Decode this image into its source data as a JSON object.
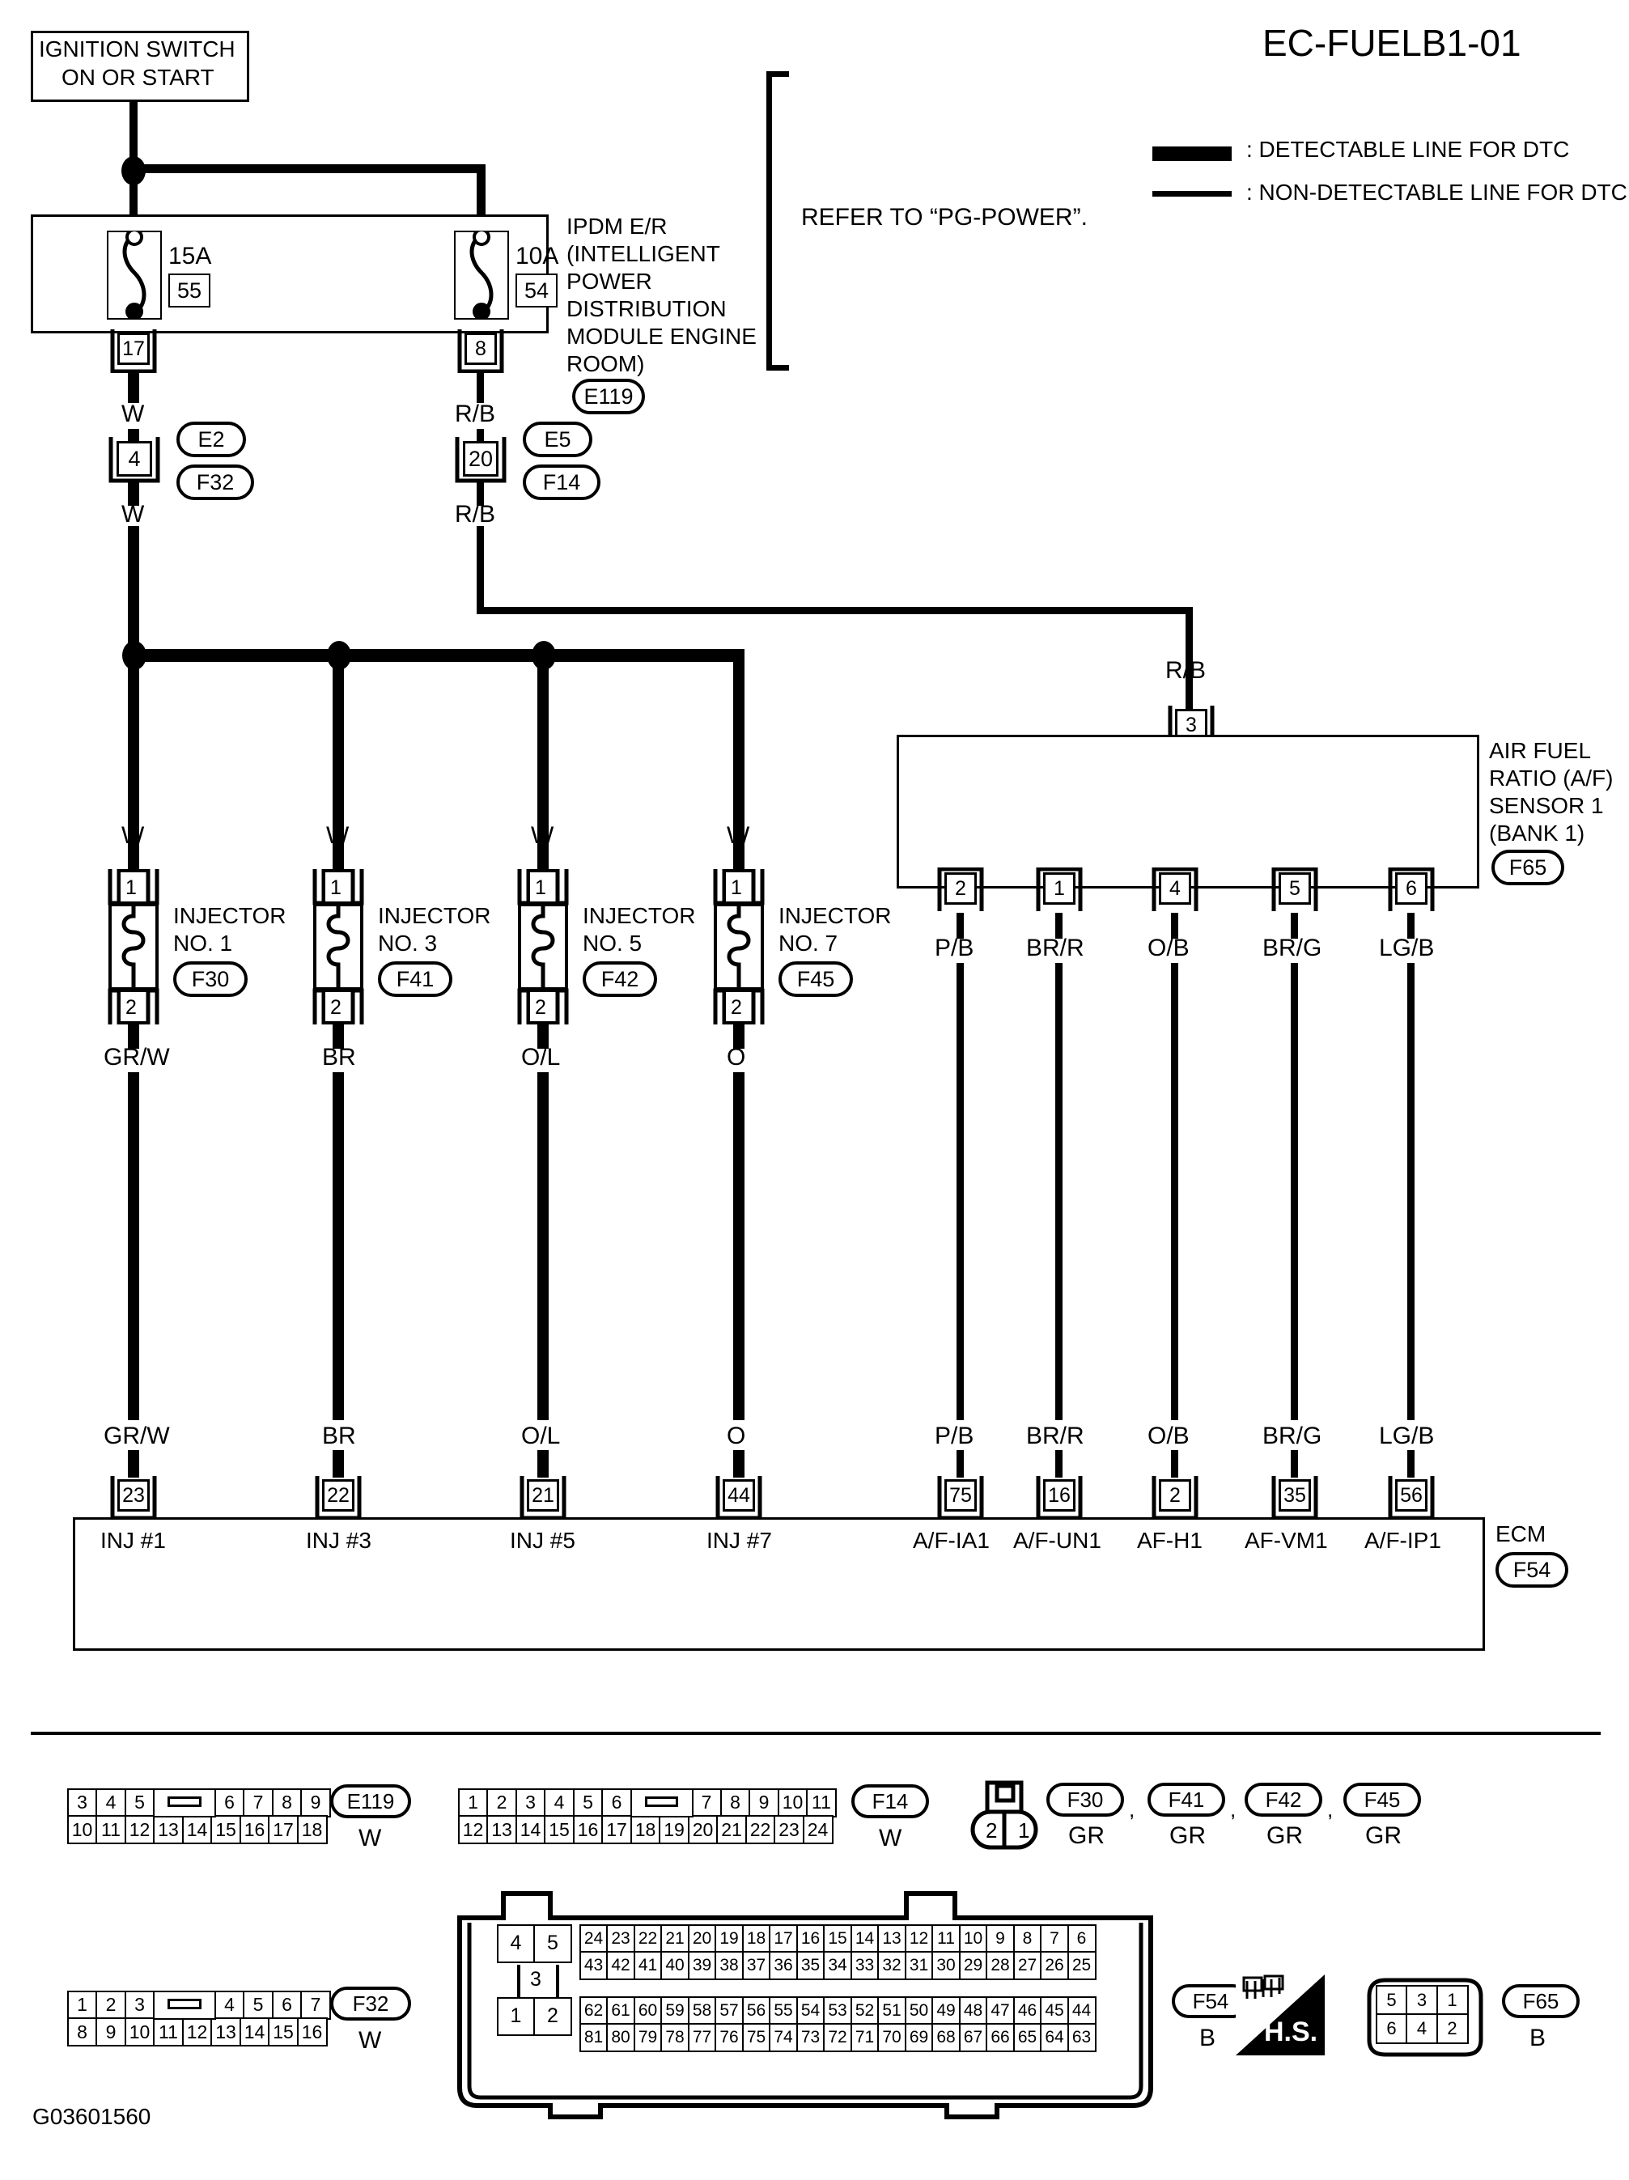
{
  "title": "EC-FUELB1-01",
  "figure_code": "G03601560",
  "legend": [
    {
      "style": "thick",
      "label": ": DETECTABLE LINE FOR DTC"
    },
    {
      "style": "thin",
      "label": ": NON-DETECTABLE LINE FOR DTC"
    }
  ],
  "refer_note": "REFER TO “PG-POWER”.",
  "ignition_switch": {
    "line1": "IGNITION SWITCH",
    "line2": "ON OR START"
  },
  "ipdm": {
    "label_lines": [
      "IPDM E/R",
      "(INTELLIGENT",
      "POWER",
      "DISTRIBUTION",
      "MODULE ENGINE",
      "ROOM)"
    ],
    "connector_id": "E119",
    "fuses": [
      {
        "rating": "15A",
        "number": "55",
        "out_terminal": "17",
        "wire": "W"
      },
      {
        "rating": "10A",
        "number": "54",
        "out_terminal": "8",
        "wire": "R/B"
      }
    ]
  },
  "inline_connectors": [
    {
      "terminal": "4",
      "upper_id": "E2",
      "lower_id": "F32",
      "wire_above": "W",
      "wire_below": "W"
    },
    {
      "terminal": "20",
      "upper_id": "E5",
      "lower_id": "F14",
      "wire_above": "R/B",
      "wire_below": "R/B"
    }
  ],
  "injectors": [
    {
      "name_line1": "INJECTOR",
      "name_line2": "NO. 1",
      "id": "F30",
      "pin_top": "1",
      "pin_bottom": "2",
      "wire_top": "W",
      "wire_bottom": "GR/W"
    },
    {
      "name_line1": "INJECTOR",
      "name_line2": "NO. 3",
      "id": "F41",
      "pin_top": "1",
      "pin_bottom": "2",
      "wire_top": "W",
      "wire_bottom": "BR"
    },
    {
      "name_line1": "INJECTOR",
      "name_line2": "NO. 5",
      "id": "F42",
      "pin_top": "1",
      "pin_bottom": "2",
      "wire_top": "W",
      "wire_bottom": "O/L"
    },
    {
      "name_line1": "INJECTOR",
      "name_line2": "NO. 7",
      "id": "F45",
      "pin_top": "1",
      "pin_bottom": "2",
      "wire_top": "W",
      "wire_bottom": "O"
    }
  ],
  "af_sensor": {
    "label_lines": [
      "AIR FUEL",
      "RATIO (A/F)",
      "SENSOR 1",
      "(BANK 1)"
    ],
    "connector_id": "F65",
    "top_pin": {
      "number": "3",
      "wire": "R/B"
    },
    "bottom_pins": [
      {
        "number": "2",
        "wire": "P/B"
      },
      {
        "number": "1",
        "wire": "BR/R"
      },
      {
        "number": "4",
        "wire": "O/B"
      },
      {
        "number": "5",
        "wire": "BR/G"
      },
      {
        "number": "6",
        "wire": "LG/B"
      }
    ]
  },
  "ecm": {
    "label": "ECM",
    "connector_id": "F54",
    "pins": [
      {
        "number": "23",
        "signal": "INJ #1",
        "wire": "GR/W"
      },
      {
        "number": "22",
        "signal": "INJ #3",
        "wire": "BR"
      },
      {
        "number": "21",
        "signal": "INJ #5",
        "wire": "O/L"
      },
      {
        "number": "44",
        "signal": "INJ #7",
        "wire": "O"
      },
      {
        "number": "75",
        "signal": "A/F-IA1",
        "wire": "P/B"
      },
      {
        "number": "16",
        "signal": "A/F-UN1",
        "wire": "BR/R"
      },
      {
        "number": "2",
        "signal": "AF-H1",
        "wire": "O/B"
      },
      {
        "number": "35",
        "signal": "AF-VM1",
        "wire": "BR/G"
      },
      {
        "number": "56",
        "signal": "A/F-IP1",
        "wire": "LG/B"
      }
    ]
  },
  "connector_views": {
    "e119": {
      "id": "E119",
      "color": "W",
      "row_top": [
        "3",
        "4",
        "5",
        "__BLANK__",
        "6",
        "7",
        "8",
        "9"
      ],
      "row_bottom": [
        "10",
        "11",
        "12",
        "13",
        "14",
        "15",
        "16",
        "17",
        "18"
      ]
    },
    "f14": {
      "id": "F14",
      "color": "W",
      "row_top": [
        "1",
        "2",
        "3",
        "4",
        "5",
        "6",
        "__BLANK__",
        "7",
        "8",
        "9",
        "10",
        "11"
      ],
      "row_bottom": [
        "12",
        "13",
        "14",
        "15",
        "16",
        "17",
        "18",
        "19",
        "20",
        "21",
        "22",
        "23",
        "24"
      ]
    },
    "f32": {
      "id": "F32",
      "color": "W",
      "row_top": [
        "1",
        "2",
        "3",
        "__BLANK__",
        "4",
        "5",
        "6",
        "7"
      ],
      "row_bottom": [
        "8",
        "9",
        "10",
        "11",
        "12",
        "13",
        "14",
        "15",
        "16"
      ]
    },
    "injector_conn": {
      "pins": [
        "2",
        "1"
      ],
      "ids": [
        "F30",
        "F41",
        "F42",
        "F45"
      ],
      "colors": [
        "GR",
        "GR",
        "GR",
        "GR"
      ],
      "separators": [
        ",",
        ",",
        ","
      ]
    },
    "ecm_conn": {
      "id": "F54",
      "color": "B",
      "left_block_top": [
        "4",
        "5"
      ],
      "left_block_middle": [
        "3"
      ],
      "left_block_bottom": [
        "1",
        "2"
      ],
      "row1": [
        "24",
        "23",
        "22",
        "21",
        "20",
        "19",
        "18",
        "17",
        "16",
        "15",
        "14",
        "13",
        "12",
        "11",
        "10",
        "9",
        "8",
        "7",
        "6"
      ],
      "row2": [
        "43",
        "42",
        "41",
        "40",
        "39",
        "38",
        "37",
        "36",
        "35",
        "34",
        "33",
        "32",
        "31",
        "30",
        "29",
        "28",
        "27",
        "26",
        "25"
      ],
      "row3": [
        "62",
        "61",
        "60",
        "59",
        "58",
        "57",
        "56",
        "55",
        "54",
        "53",
        "52",
        "51",
        "50",
        "49",
        "48",
        "47",
        "46",
        "45",
        "44"
      ],
      "row4": [
        "81",
        "80",
        "79",
        "78",
        "77",
        "76",
        "75",
        "74",
        "73",
        "72",
        "71",
        "70",
        "69",
        "68",
        "67",
        "66",
        "65",
        "64",
        "63"
      ]
    },
    "hs_badge": {
      "label": "H.S."
    },
    "f65": {
      "id": "F65",
      "color": "B",
      "row_top": [
        "5",
        "3",
        "1"
      ],
      "row_bottom": [
        "6",
        "4",
        "2"
      ]
    }
  }
}
